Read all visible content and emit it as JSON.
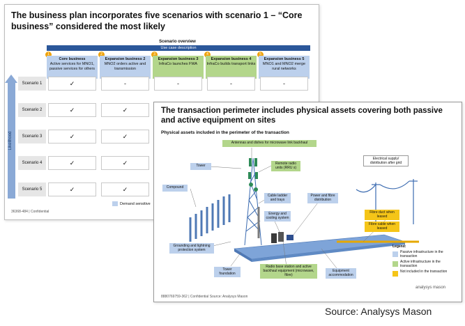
{
  "slide1": {
    "title": "The business plan incorporates five scenarios with scenario 1 – “Core business” considered the most likely",
    "overview_title": "Scenario overview",
    "bar_label": "Use case description",
    "cases": [
      {
        "num": "1",
        "title": "Core business",
        "desc": "Active services for MNO1, passive services for others",
        "color": "#bcd0ec"
      },
      {
        "num": "2",
        "title": "Expansion business 2",
        "desc": "MNO2 orders active and transmission",
        "color": "#bcd0ec"
      },
      {
        "num": "3",
        "title": "Expansion business 3",
        "desc": "InfraCo launches FWA",
        "color": "#b3d68b"
      },
      {
        "num": "4",
        "title": "Expansion business 4",
        "desc": "InfraCo builds transport links",
        "color": "#b3d68b"
      },
      {
        "num": "5",
        "title": "Expansion business 5",
        "desc": "MNO1 and MNO2 merge rural networks",
        "color": "#bcd0ec"
      }
    ],
    "scenarios": [
      {
        "label": "Scenario 1",
        "cells": [
          "✓",
          "-",
          "-",
          "-",
          "-"
        ]
      },
      {
        "label": "Scenario 2",
        "cells": [
          "✓",
          "✓",
          "",
          "",
          ""
        ]
      },
      {
        "label": "Scenario 3",
        "cells": [
          "✓",
          "✓",
          "",
          "",
          ""
        ]
      },
      {
        "label": "Scenario 4",
        "cells": [
          "✓",
          "✓",
          "",
          "",
          ""
        ]
      },
      {
        "label": "Scenario 5",
        "cells": [
          "✓",
          "✓",
          "",
          "",
          ""
        ]
      }
    ],
    "axis_label": "Likelihood",
    "legend": "Demand sensitive",
    "footer": "36368-484 | Confidential"
  },
  "slide2": {
    "title": "The transaction perimeter includes physical assets covering both passive and active equipment on sites",
    "subtitle": "Physical assets included in the perimeter of the transaction",
    "labels": {
      "antennas": "Antennas and dishes for microwave link backhaul",
      "tower": "Tower",
      "rru": "Remote radio units (RRU s)",
      "electrical": "Electrical supply/ distribution after grid",
      "compound": "Compound",
      "cable": "Cable ladder and trays",
      "power": "Power and fibre distribution",
      "energy": "Energy and cooling system",
      "fibre_duct": "Fibre duct when leased",
      "fibre_cable": "Fibre cable when leased",
      "grounding": "Grounding and lightning protection system",
      "foundation": "Tower foundation",
      "radio": "Radio base station and active backhaul equipment (microwave, fibre)",
      "equipment": "Equipment accommodation"
    },
    "legend_title": "Legend:",
    "legend": [
      {
        "text": "Passive infrastructure in the transaction",
        "color": "#bcd0ec"
      },
      {
        "text": "Active infrastructure in the transaction",
        "color": "#b3d68b"
      },
      {
        "text": "Not included in the transaction",
        "color": "#f5c518"
      }
    ],
    "footer": "8880769759-362 | Confidential  Source: Analysys Mason",
    "logo": "analysys mason"
  },
  "source": "Source: Analysys Mason"
}
